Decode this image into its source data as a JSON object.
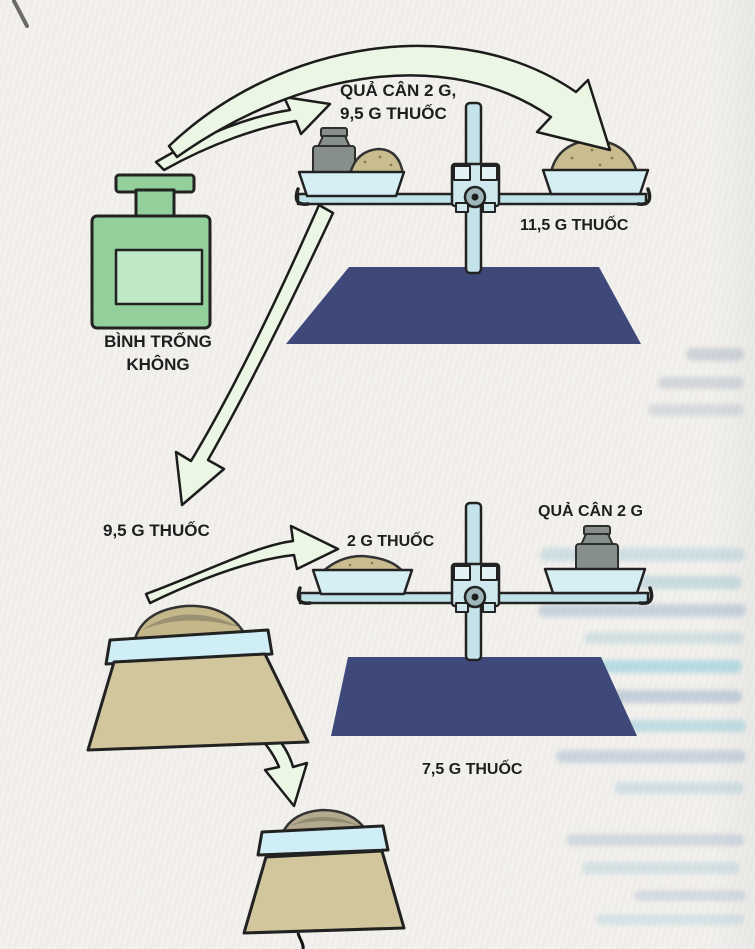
{
  "page": {
    "background": "#f3f1ed",
    "kind": "textbook-balance-scale-diagram"
  },
  "colors": {
    "base_navy": "#3e4979",
    "balance_blue": "#c3e3e9",
    "pan_blue": "#d6eff4",
    "bottle_green": "#92cf9a",
    "bottle_label_green": "#bfe8c6",
    "medicine_tan": "#c9bc8e",
    "mortar_tan": "#d2c69d",
    "weight_gray": "#878f8a",
    "arrow_green": "#ebf7e4",
    "text_dark": "#1e1e1e"
  },
  "diagram": {
    "scale1": {
      "left_label_line1": "QUẢ CÂN 2 G,",
      "left_label_line2": "9,5 G THUỐC",
      "right_label": "11,5 G THUỐC"
    },
    "bottle": {
      "label_line1": "BÌNH TRỐNG",
      "label_line2": "KHÔNG"
    },
    "poured_out_label": "9,5 G THUỐC",
    "scale2": {
      "left_label": "2 G THUỐC",
      "right_label": "QUẢ CÂN 2 G",
      "result_label": "7,5 G THUỐC"
    },
    "arrows": [
      "bottle-to-scale1-left-pan",
      "bottle-to-scale1-right-pan",
      "scale1-left-pan-to-poured-medicine",
      "poured-medicine-to-scale2-left-pan",
      "mortar-to-remaining-medicine"
    ]
  }
}
